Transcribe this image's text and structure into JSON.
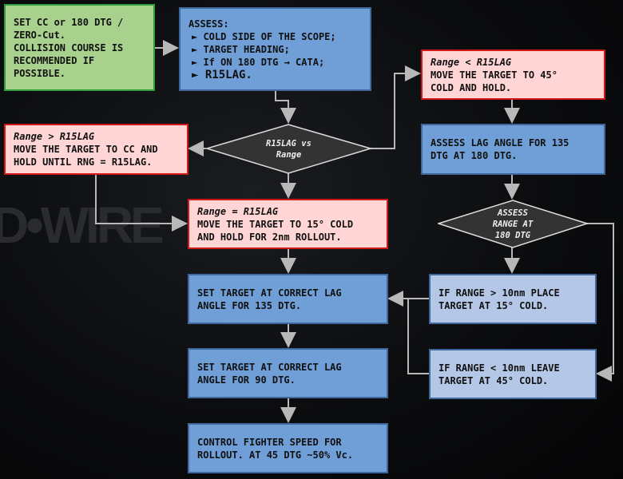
{
  "watermark": "D•WIRE",
  "start": {
    "lines": [
      "SET CC or 180 DTG /",
      "ZERO-Cut.",
      "COLLISION COURSE IS",
      "RECOMMENDED IF",
      "POSSIBLE."
    ]
  },
  "assess": {
    "title": "ASSESS:",
    "items": [
      "► COLD SIDE OF THE SCOPE;",
      "► TARGET HEADING;",
      "► If ON 180 DTG → CATA;",
      "► R15LAG."
    ]
  },
  "decision1": {
    "text": "R15LAG vs\nRange"
  },
  "range_greater": {
    "condition": "Range > R15LAG",
    "text": "MOVE THE TARGET TO CC AND\nHOLD UNTIL RNG = R15LAG."
  },
  "range_equal": {
    "condition": "Range = R15LAG",
    "text": "MOVE THE TARGET TO 15° COLD\nAND HOLD FOR 2nm ROLLOUT."
  },
  "range_less": {
    "condition": "Range < R15LAG",
    "text": "MOVE THE TARGET TO 45°\nCOLD AND HOLD."
  },
  "assess_lag": {
    "text": "ASSESS LAG ANGLE FOR 135\nDTG AT 180 DTG."
  },
  "decision2": {
    "text": "ASSESS\nRANGE AT\n180 DTG"
  },
  "range_gt_10": {
    "text": "IF RANGE > 10nm PLACE\nTARGET AT 15° COLD."
  },
  "range_lt_10": {
    "text": "IF RANGE < 10nm LEAVE\nTARGET AT 45° COLD."
  },
  "lag_135": {
    "text": "SET TARGET AT CORRECT LAG\nANGLE FOR 135 DTG."
  },
  "lag_90": {
    "text": "SET TARGET AT CORRECT LAG\nANGLE FOR 90 DTG."
  },
  "control": {
    "text": "CONTROL FIGHTER SPEED FOR\nROLLOUT. AT 45 DTG ~50% Vc."
  },
  "colors": {
    "green": "#a9d18e",
    "blue": "#6f9fd6",
    "light_blue": "#b4c7e7",
    "pink": "#ffd5d5",
    "red_border": "#d01818",
    "connector": "#b8b8b8"
  }
}
